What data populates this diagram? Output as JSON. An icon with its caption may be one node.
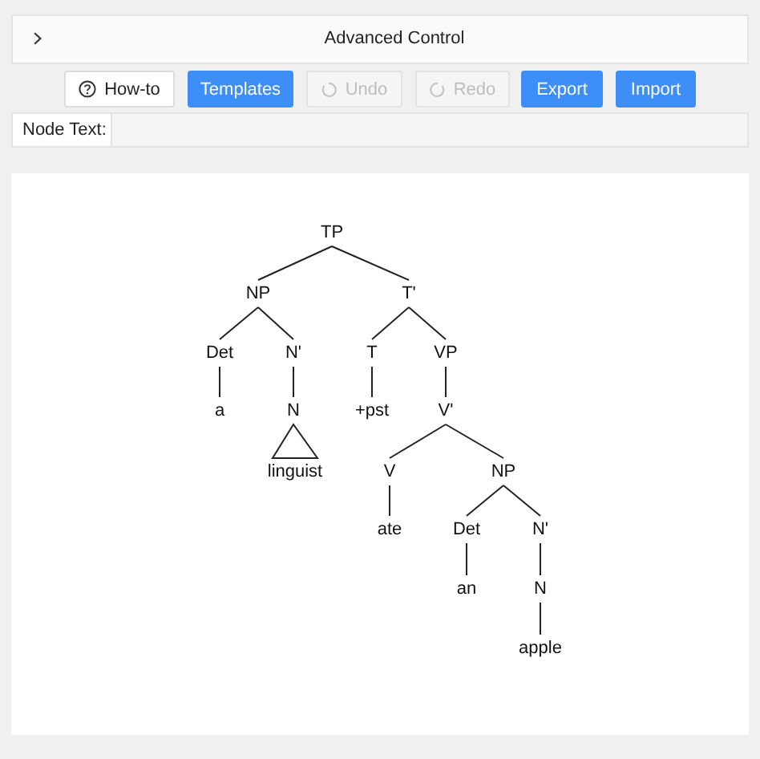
{
  "diagram": {
    "nodes": [
      {
        "text": [
          "TP"
        ]
      },
      {
        "text": [
          "NP"
        ]
      },
      {
        "text": [
          "T'"
        ]
      },
      {
        "text": [
          "Det"
        ]
      },
      {
        "text": [
          "N'"
        ]
      },
      {
        "text": [
          "T"
        ]
      },
      {
        "text": [
          "VP"
        ]
      },
      {
        "text": [
          "a"
        ]
      },
      {
        "text": [
          "N"
        ]
      },
      {
        "text": [
          "+pst"
        ]
      },
      {
        "text": [
          "V'"
        ]
      },
      {
        "text": [
          "linguist"
        ]
      },
      {
        "text": [
          "V"
        ]
      },
      {
        "text": [
          "NP"
        ]
      },
      {
        "text": [
          "ate"
        ]
      },
      {
        "text": [
          "Det"
        ]
      },
      {
        "text": [
          "N'"
        ]
      },
      {
        "text": [
          "an"
        ]
      },
      {
        "text": [
          "N"
        ]
      },
      {
        "text": [
          "apple"
        ]
      }
    ],
    "edges": [
      {
        "from": 0,
        "to": 1,
        "arrow": "none"
      },
      {
        "from": 0,
        "to": 2,
        "arrow": "none"
      },
      {
        "from": 1,
        "to": 3,
        "arrow": "none"
      },
      {
        "from": 1,
        "to": 4,
        "arrow": "none"
      },
      {
        "from": 3,
        "to": 7,
        "arrow": "none"
      },
      {
        "from": 4,
        "to": 8,
        "arrow": "none"
      },
      {
        "from": 8,
        "to": 11,
        "arrow": "none"
      },
      {
        "from": 2,
        "to": 5,
        "arrow": "none"
      },
      {
        "from": 2,
        "to": 6,
        "arrow": "none"
      },
      {
        "from": 5,
        "to": 9,
        "arrow": "none"
      },
      {
        "from": 6,
        "to": 10,
        "arrow": "none"
      },
      {
        "from": 10,
        "to": 12,
        "arrow": "none"
      },
      {
        "from": 10,
        "to": 13,
        "arrow": "none"
      },
      {
        "from": 12,
        "to": 14,
        "arrow": "none"
      },
      {
        "from": 13,
        "to": 15,
        "arrow": "none"
      },
      {
        "from": 13,
        "to": 16,
        "arrow": "none"
      },
      {
        "from": 15,
        "to": 17,
        "arrow": "none"
      },
      {
        "from": 16,
        "to": 18,
        "arrow": "none"
      },
      {
        "from": 18,
        "to": 19,
        "arrow": "none"
      }
    ],
    "labels": [
      "Advanced Control",
      "How-to",
      "Templates",
      "Undo",
      "Redo",
      "Export",
      "Import",
      "Node Text:"
    ]
  }
}
